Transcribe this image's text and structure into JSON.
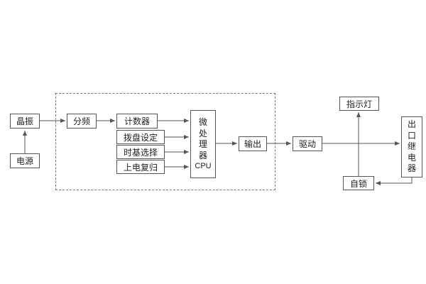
{
  "diagram": {
    "type": "block-diagram",
    "nodes": {
      "crystal": "晶振",
      "power": "电源",
      "divider": "分频",
      "counter": "计数器",
      "dial_setting": "拨盘设定",
      "timebase_select": "时基选择",
      "poweron_reset": "上电复归",
      "mcu_vertical": "微处理器",
      "mcu_cpu": "CPU",
      "output": "输出",
      "drive": "驱动",
      "indicator_lamp": "指示灯",
      "exit_relay": "出口继电器",
      "self_lock": "自锁"
    },
    "edges": [
      "power -> crystal",
      "crystal -> divider",
      "divider -> counter",
      "counter -> mcu",
      "dial_setting -> mcu",
      "timebase_select -> mcu",
      "poweron_reset -> mcu",
      "mcu -> output",
      "output -> drive",
      "drive -> exit_relay",
      "junction -> indicator_lamp",
      "self_lock -> junction",
      "exit_relay -> self_lock"
    ],
    "colors": {
      "background": "#ffffff",
      "box_border": "#555555",
      "dashed_border": "#777777",
      "line": "#555555",
      "text": "#222222"
    }
  }
}
